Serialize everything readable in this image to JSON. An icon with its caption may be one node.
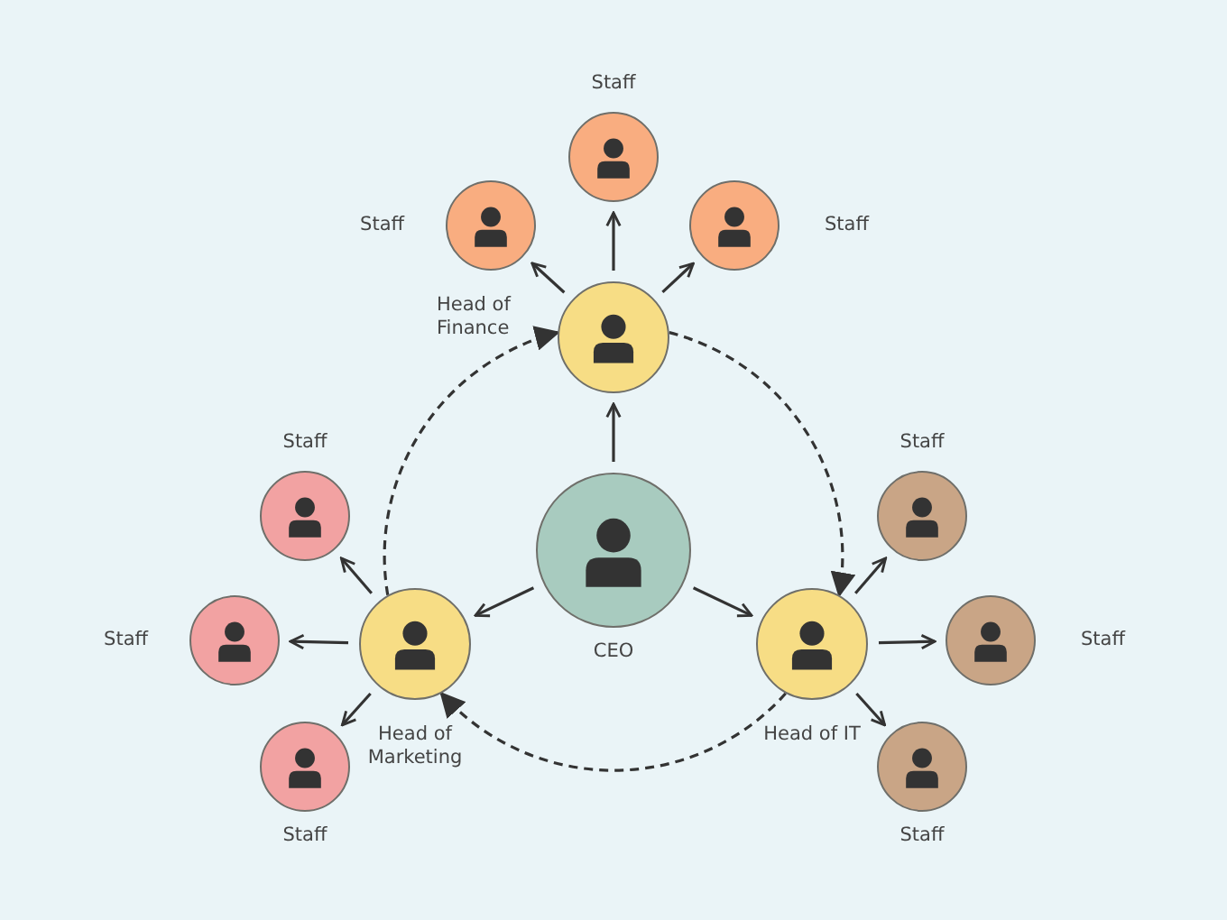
{
  "diagram": {
    "nodes": [
      {
        "text": [
          "Staff"
        ]
      },
      {
        "text": [
          "Staff"
        ]
      },
      {
        "text": [
          "Staff"
        ]
      },
      {
        "text": [
          "Head of Finance"
        ]
      },
      {
        "text": [
          "Staff"
        ]
      },
      {
        "text": [
          "Staff"
        ]
      },
      {
        "text": [
          "CEO"
        ]
      },
      {
        "text": [
          "Staff"
        ]
      },
      {
        "text": [
          "Head of Marketing"
        ]
      },
      {
        "text": [
          "Head of IT"
        ]
      },
      {
        "text": [
          "Staff"
        ]
      },
      {
        "text": [
          "Staff"
        ]
      },
      {
        "text": [
          "Staff"
        ]
      }
    ],
    "edges": [
      {
        "from": 6,
        "to": 3,
        "arrow": "to"
      },
      {
        "from": 6,
        "to": 8,
        "arrow": "to"
      },
      {
        "from": 6,
        "to": 9,
        "arrow": "to"
      },
      {
        "from": 3,
        "to": 0,
        "arrow": "to"
      },
      {
        "from": 3,
        "to": 1,
        "arrow": "to"
      },
      {
        "from": 3,
        "to": 2,
        "arrow": "to"
      },
      {
        "from": 8,
        "to": 4,
        "arrow": "to"
      },
      {
        "from": 8,
        "to": 7,
        "arrow": "to"
      },
      {
        "from": 8,
        "to": 11,
        "arrow": "to"
      },
      {
        "from": 9,
        "to": 5,
        "arrow": "to"
      },
      {
        "from": 9,
        "to": 10,
        "arrow": "to"
      },
      {
        "from": 9,
        "to": 12,
        "arrow": "to"
      },
      {
        "from": 3,
        "to": 9,
        "arrow": "to",
        "style": "dashed"
      },
      {
        "from": 9,
        "to": 8,
        "arrow": "to",
        "style": "dashed"
      },
      {
        "from": 8,
        "to": 3,
        "arrow": "to",
        "style": "dashed"
      }
    ]
  }
}
